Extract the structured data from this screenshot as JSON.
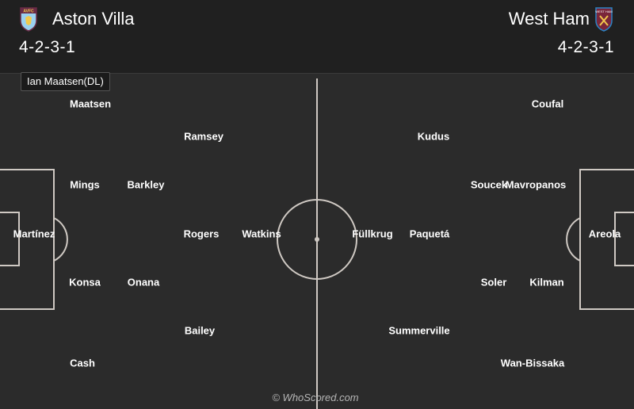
{
  "header": {
    "home": {
      "name": "Aston Villa",
      "formation": "4-2-3-1",
      "crest_text": "AVFC",
      "crest_icon": "aston-villa-crest-icon",
      "crest_color": "#9ad1f0"
    },
    "away": {
      "name": "West Ham",
      "formation": "4-2-3-1",
      "crest_text": "WEST HAM",
      "crest_icon": "west-ham-crest-icon",
      "crest_color": "#7a263a"
    }
  },
  "tooltip": "Ian Maatsen(DL)",
  "home_players": [
    "Maatsen",
    "Ramsey",
    "Mings",
    "Barkley",
    "Martínez",
    "Rogers",
    "Watkins",
    "Konsa",
    "Onana",
    "Bailey",
    "Cash"
  ],
  "away_players": [
    "Coufal",
    "Kudus",
    "Soucek",
    "Mavropanos",
    "Füllkrug",
    "Paquetá",
    "Areola",
    "Soler",
    "Kilman",
    "Summerville",
    "Wan-Bissaka"
  ],
  "watermark": "© WhoScored.com",
  "colors": {
    "pitch": "#2b2b2b",
    "lines": "#cfc9c3",
    "header": "#202020"
  }
}
